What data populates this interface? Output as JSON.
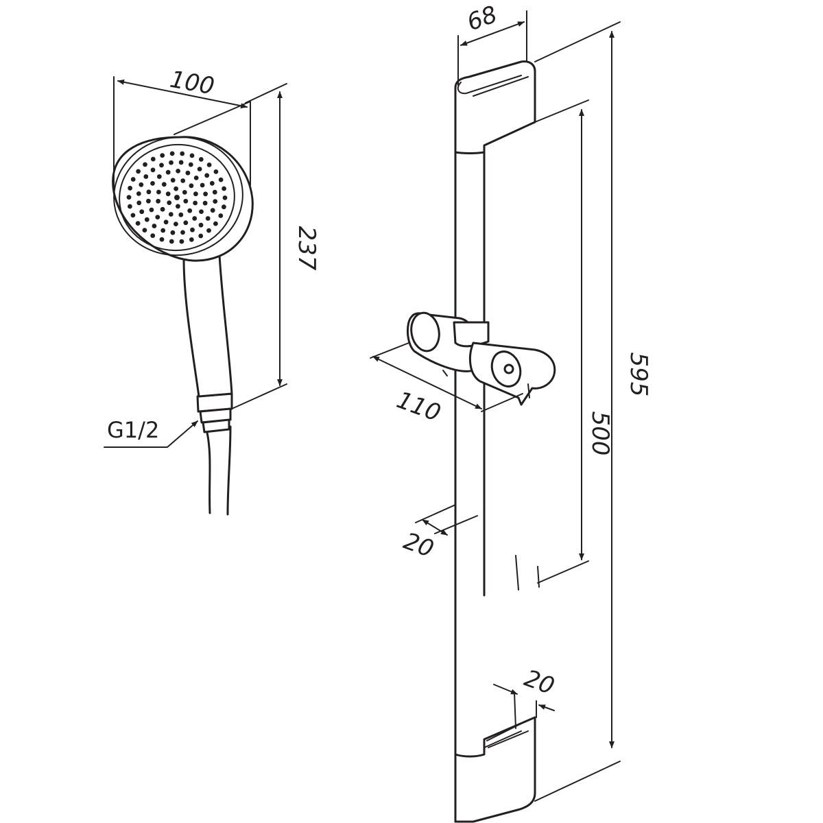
{
  "dimensions": {
    "head_width": "100",
    "hand_shower_length": "237",
    "connection_thread": "G1/2",
    "end_cap_depth": "68",
    "holder_projection": "110",
    "total_length": "595",
    "hole_spacing": "500",
    "bar_diameter": "20",
    "bracket_width": "20"
  },
  "colors": {
    "line": "#231f20",
    "background": "#ffffff"
  }
}
